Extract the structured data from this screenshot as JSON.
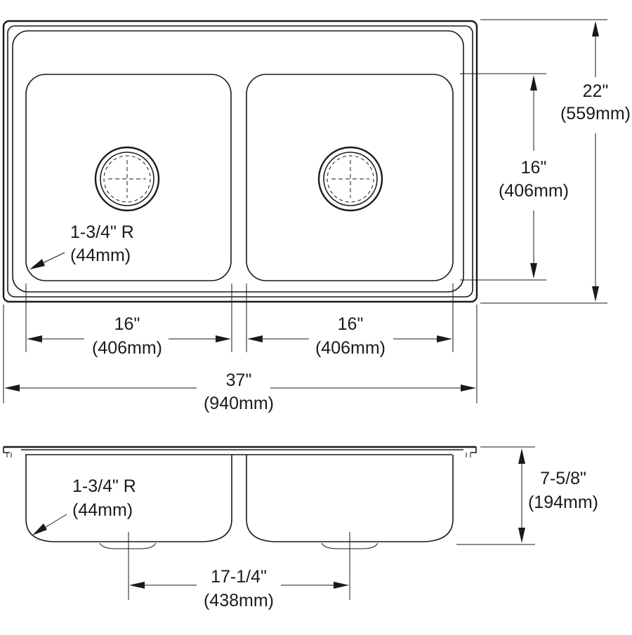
{
  "top_view": {
    "overall_depth": {
      "inch": "22\"",
      "mm": "(559mm)"
    },
    "bowl_depth": {
      "inch": "16\"",
      "mm": "(406mm)"
    },
    "corner_radius": {
      "inch": "1-3/4\" R",
      "mm": "(44mm)"
    },
    "left_bowl_width": {
      "inch": "16\"",
      "mm": "(406mm)"
    },
    "right_bowl_width": {
      "inch": "16\"",
      "mm": "(406mm)"
    },
    "overall_width": {
      "inch": "37\"",
      "mm": "(940mm)"
    }
  },
  "front_view": {
    "corner_radius": {
      "inch": "1-3/4\" R",
      "mm": "(44mm)"
    },
    "bowl_height": {
      "inch": "7-5/8\"",
      "mm": "(194mm)"
    },
    "drain_spacing": {
      "inch": "17-1/4\"",
      "mm": "(438mm)"
    }
  }
}
